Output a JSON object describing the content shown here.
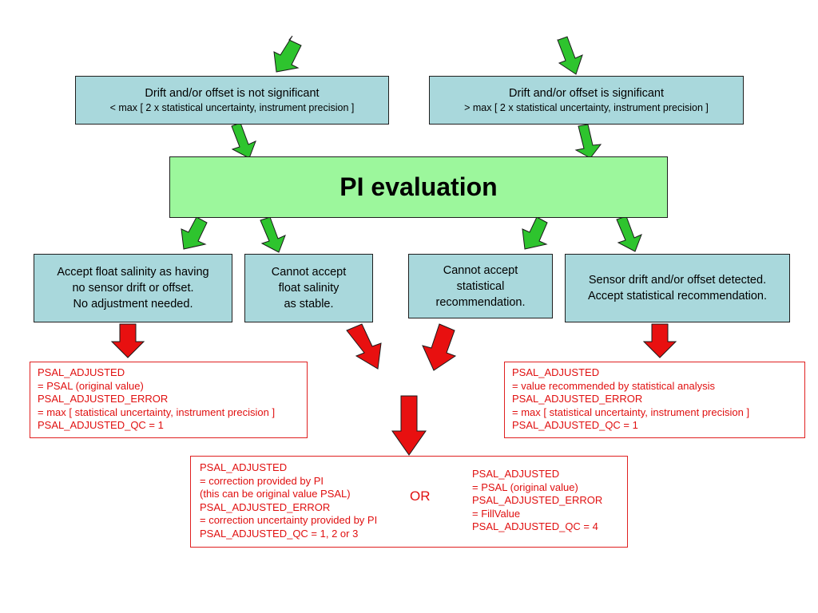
{
  "top_boxes": [
    {
      "title": "Drift and/or offset is not significant",
      "subtitle": "< max [ 2 x statistical uncertainty, instrument precision ]"
    },
    {
      "title": "Drift and/or offset is significant",
      "subtitle": "> max [ 2 x statistical uncertainty, instrument precision ]"
    }
  ],
  "pi_evaluation": "PI evaluation",
  "decisions": [
    {
      "lines": [
        "Accept float salinity as having",
        "no sensor drift or offset.",
        "No adjustment needed."
      ]
    },
    {
      "lines": [
        "Cannot accept",
        "float salinity",
        "as stable."
      ]
    },
    {
      "lines": [
        "Cannot accept",
        "statistical",
        "recommendation."
      ]
    },
    {
      "lines": [
        "Sensor drift and/or offset detected.",
        "Accept statistical recommendation."
      ]
    }
  ],
  "outcomes": {
    "left": [
      "PSAL_ADJUSTED",
      "= PSAL (original value)",
      "PSAL_ADJUSTED_ERROR",
      "= max [ statistical uncertainty, instrument precision ]",
      "PSAL_ADJUSTED_QC = 1"
    ],
    "right": [
      "PSAL_ADJUSTED",
      "= value recommended by statistical analysis",
      "PSAL_ADJUSTED_ERROR",
      "= max [ statistical uncertainty, instrument precision ]",
      "PSAL_ADJUSTED_QC = 1"
    ],
    "bottom_left": [
      "PSAL_ADJUSTED",
      "= correction provided by PI",
      "(this can be original value PSAL)",
      "PSAL_ADJUSTED_ERROR",
      "= correction uncertainty provided by PI",
      "PSAL_ADJUSTED_QC = 1, 2 or 3"
    ],
    "or_label": "OR",
    "bottom_right": [
      "PSAL_ADJUSTED",
      "= PSAL (original value)",
      "PSAL_ADJUSTED_ERROR",
      "= FillValue",
      "PSAL_ADJUSTED_QC = 4"
    ]
  },
  "colors": {
    "decision_fill": "#a9d8dc",
    "pi_fill": "#9cf79c",
    "green_arrow": "#2ec42e",
    "red_arrow": "#e81010",
    "outcome_text": "#e01010"
  }
}
